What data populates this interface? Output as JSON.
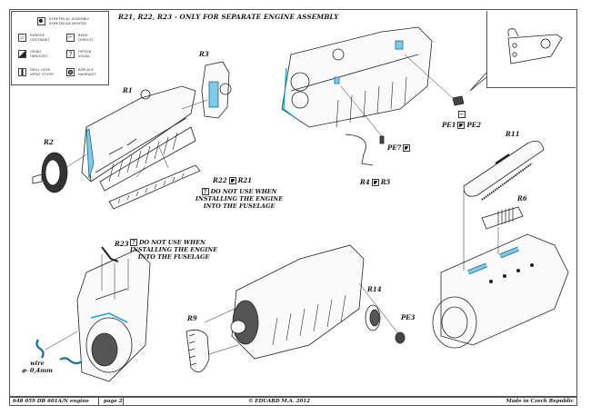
{
  "document": {
    "title": "R21, R22, R23 - ONLY FOR SEPARATE ENGINE ASSEMBLY",
    "accent_color": "#4fb3d9"
  },
  "legend": {
    "items": [
      {
        "icon": "symmetrical-assembly-icon",
        "text": "SYMETRICAL ASSEMBLY\nSYMETRICKÁ MONTÁŽ"
      },
      {
        "icon": "remove-icon",
        "text": "REMOVE\nODSTRANIT"
      },
      {
        "icon": "bend-icon",
        "text": "BEND\nOHNOUT"
      },
      {
        "icon": "grind-icon",
        "text": "GRIND\nOBROUSIT"
      },
      {
        "icon": "option-icon",
        "glyph": "?",
        "text": "OPTION\nVOLBA"
      },
      {
        "icon": "drill-hole-icon",
        "text": "DRILL HOLE\nVRTAT OTVOR"
      },
      {
        "icon": "replace-icon",
        "text": "REPLACE\nNAHRADIT"
      }
    ]
  },
  "labels": {
    "r1": "R1",
    "r2": "R2",
    "r3": "R3",
    "r22": "R22",
    "r21": "R21",
    "r23": "R23",
    "r4": "R4",
    "r5": "R5",
    "pe7": "PE7",
    "pe1": "PE1",
    "pe2": "PE2",
    "r11": "R11",
    "r6": "R6",
    "r9": "R9",
    "r14": "R14",
    "pe3": "PE3",
    "option_glyph": "?"
  },
  "notes": {
    "do_not_use_line1": "DO NOT USE WHEN",
    "do_not_use_line2": "INSTALLING THE ENGINE",
    "do_not_use_line3": "INTO THE FUSELAGE",
    "wire_line1": "wire",
    "wire_line2": "⌀- 0,4mm"
  },
  "footer": {
    "product": "648 059  DB 601A/N engine",
    "page": "page 2",
    "copyright": "© EDUARD  M.A. 2012",
    "origin": "Made in Czech Republic"
  }
}
